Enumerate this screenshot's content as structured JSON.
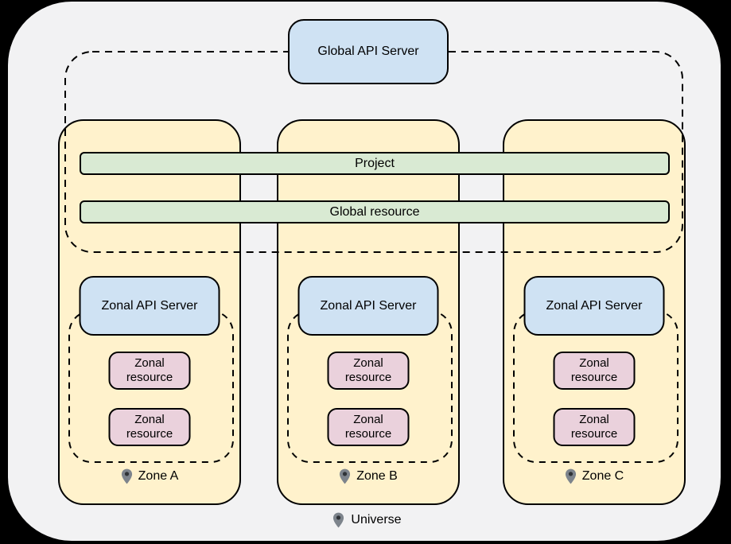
{
  "global_api_server": {
    "label": "Global API Server"
  },
  "global_bars": {
    "project_label": "Project",
    "global_resource_label": "Global resource"
  },
  "zones": [
    {
      "label": "Zone A",
      "api_server_label": "Zonal API Server",
      "resources": [
        "Zonal resource",
        "Zonal resource"
      ]
    },
    {
      "label": "Zone B",
      "api_server_label": "Zonal API Server",
      "resources": [
        "Zonal resource",
        "Zonal resource"
      ]
    },
    {
      "label": "Zone C",
      "api_server_label": "Zonal API Server",
      "resources": [
        "Zonal resource",
        "Zonal resource"
      ]
    }
  ],
  "universe": {
    "label": "Universe"
  },
  "icons": {
    "zone_marker": "location-pin-icon",
    "universe_marker": "location-pin-icon"
  },
  "colors": {
    "background": "#000000",
    "canvas": "#f2f2f3",
    "api_server_fill": "#cfe2f3",
    "zone_fill": "#fff2cc",
    "bar_fill": "#d9ead3",
    "resource_fill": "#ead1dc",
    "stroke": "#000000",
    "pin_gray": "#7d848c",
    "pin_dot": "#2f3337"
  }
}
